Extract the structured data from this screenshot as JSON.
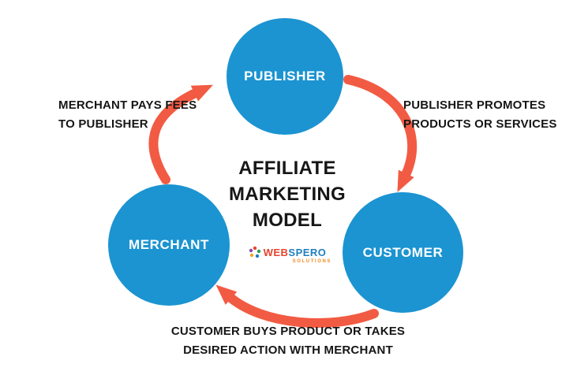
{
  "diagram": {
    "title": "AFFILIATE MARKETING MODEL",
    "title_lines": [
      "AFFILIATE",
      "MARKETING",
      "MODEL"
    ],
    "nodes": {
      "publisher": {
        "label": "PUBLISHER"
      },
      "merchant": {
        "label": "MERCHANT"
      },
      "customer": {
        "label": "CUSTOMER"
      }
    },
    "edges": [
      {
        "from": "MERCHANT",
        "to": "PUBLISHER",
        "label_lines": [
          "MERCHANT PAYS FEES",
          "TO PUBLISHER"
        ]
      },
      {
        "from": "PUBLISHER",
        "to": "CUSTOMER",
        "label_lines": [
          "PUBLISHER PROMOTES",
          "PRODUCTS OR SERVICES"
        ]
      },
      {
        "from": "CUSTOMER",
        "to": "MERCHANT",
        "label_lines": [
          "CUSTOMER BUYS PRODUCT OR TAKES",
          "DESIRED ACTION WITH MERCHANT"
        ]
      }
    ],
    "colors": {
      "node_fill": "#1b94d1",
      "arrow": "#f25b43",
      "text": "#161616"
    },
    "logo": {
      "text_web": "WEB",
      "text_spero": "SPERO",
      "tagline": "SOLUTIONS"
    }
  }
}
